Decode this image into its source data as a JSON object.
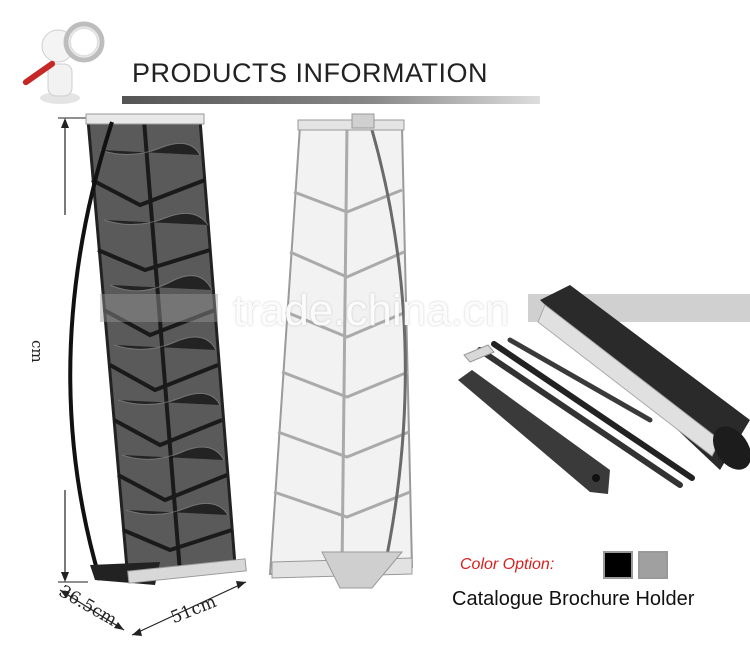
{
  "header": {
    "title": "PRODUCTS INFORMATION"
  },
  "watermark": {
    "text": "trade.china.cn"
  },
  "dimensions": {
    "height_fragment": "cm",
    "width": "51cm",
    "depth": "36.5cm"
  },
  "color_option": {
    "label": "Color Option",
    "separator": ":",
    "swatches": [
      "#000000",
      "#a0a0a0"
    ]
  },
  "product": {
    "name": "Catalogue Brochure Holder"
  },
  "colors": {
    "accent_red": "#d62020",
    "title_bar": "#666666"
  }
}
